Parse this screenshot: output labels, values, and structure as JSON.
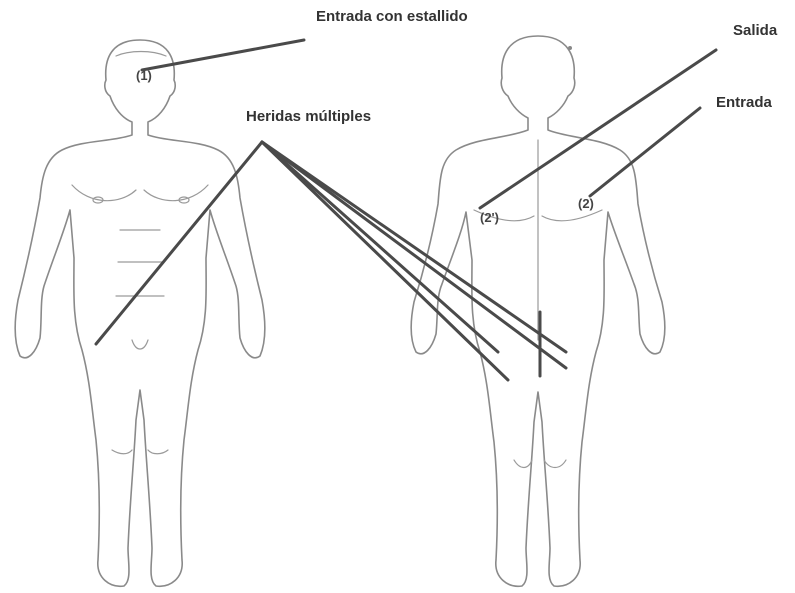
{
  "labels": {
    "entry_burst": "Entrada con estallido",
    "multiple_wounds": "Heridas múltiples",
    "exit": "Salida",
    "entry": "Entrada"
  },
  "markers": {
    "head": "(1)",
    "back_exit": "(2')",
    "back_entry": "(2)"
  }
}
